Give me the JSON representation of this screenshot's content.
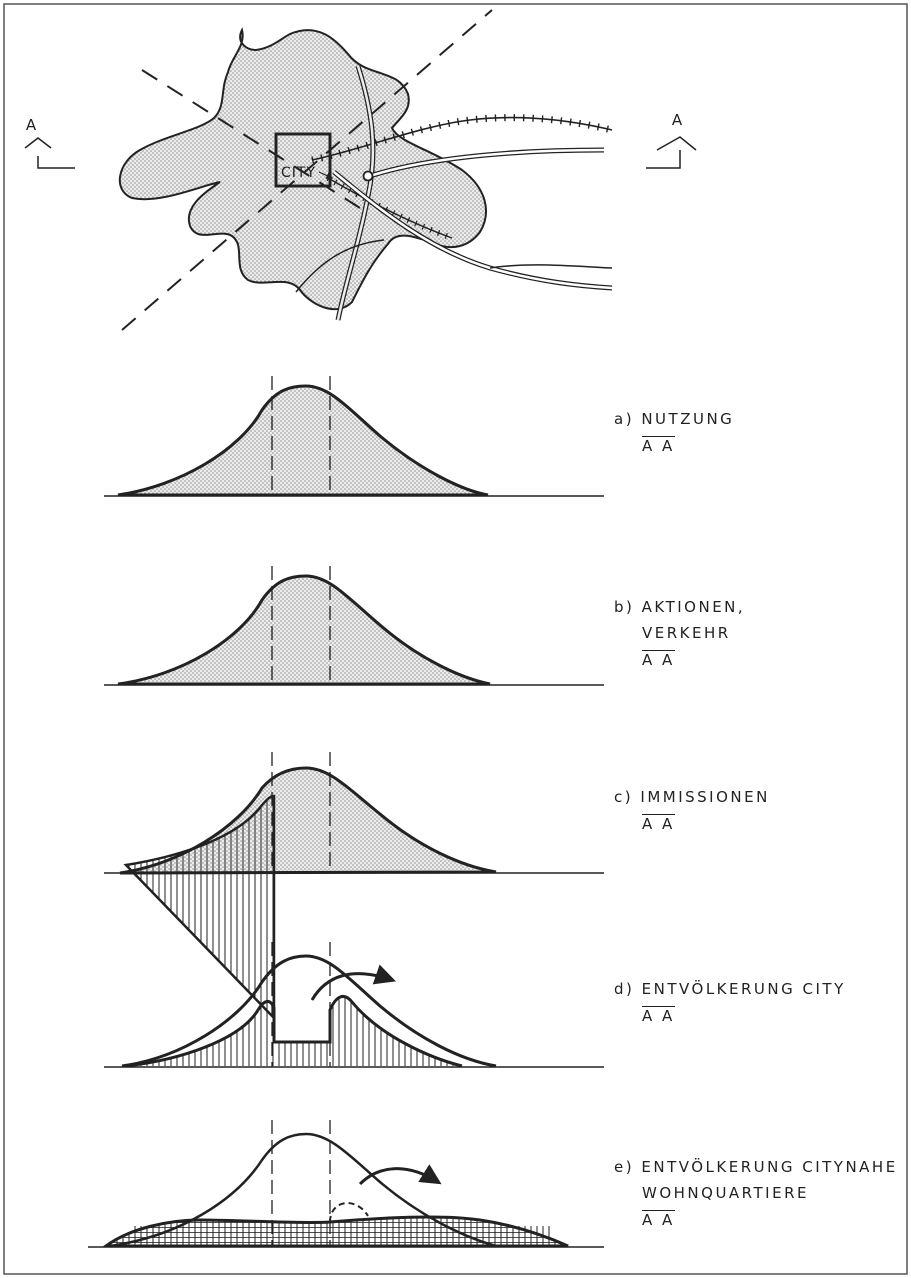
{
  "map": {
    "section_marker_left": "A",
    "section_marker_right": "A",
    "city_label": "CITY"
  },
  "panels": [
    {
      "id": "a",
      "letter": "a)",
      "lines": [
        "NUTZUNG"
      ],
      "section": "A A"
    },
    {
      "id": "b",
      "letter": "b)",
      "lines": [
        "AKTIONEN,",
        "VERKEHR"
      ],
      "section": "A A"
    },
    {
      "id": "c",
      "letter": "c)",
      "lines": [
        "IMMISSIONEN"
      ],
      "section": "A A"
    },
    {
      "id": "d",
      "letter": "d)",
      "lines": [
        "ENTVÖLKERUNG CITY"
      ],
      "section": "A A"
    },
    {
      "id": "e",
      "letter": "e)",
      "lines": [
        "ENTVÖLKERUNG CITYNAHE",
        "WOHNQUARTIERE"
      ],
      "section": "A A"
    }
  ],
  "colors": {
    "ink": "#222222",
    "fill": "#d9d9d9",
    "border": "#555555"
  }
}
